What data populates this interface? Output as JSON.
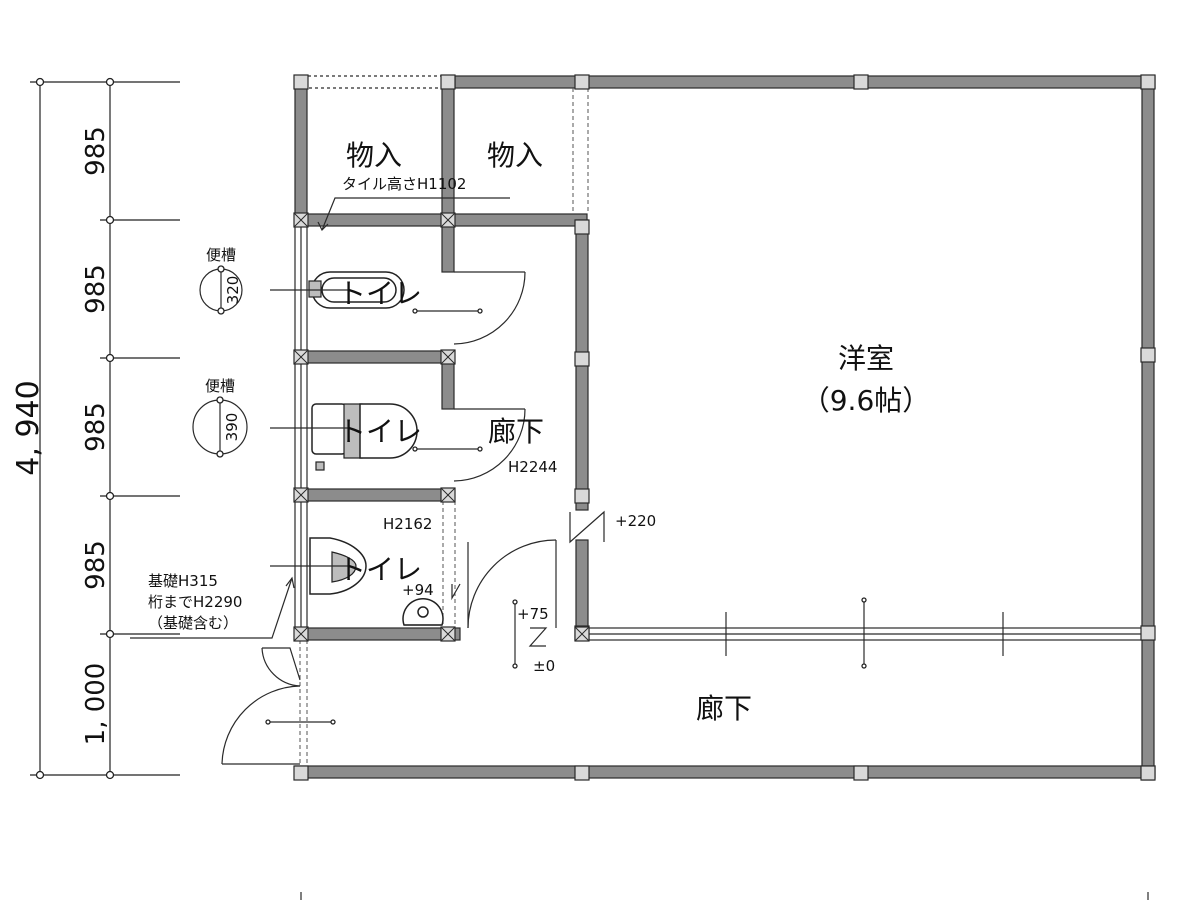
{
  "rooms": {
    "storage_left": "物入",
    "storage_right": "物入",
    "toilet_1": "トイレ",
    "toilet_2": "トイレ",
    "toilet_3": "トイレ",
    "hall_upper": "廊下",
    "hall_lower": "廊下",
    "western_room": "洋室",
    "western_room_size": "（9.6帖）"
  },
  "notes": {
    "tile_height": "タイル高さH1102",
    "septic_1_label": "便槽",
    "septic_1_value": "320",
    "septic_2_label": "便槽",
    "septic_2_value": "390",
    "ceiling_hall": "H2244",
    "ceiling_toilet": "H2162",
    "level_plus220": "+220",
    "level_plus94": "+94",
    "level_plus75": "+75",
    "level_zero": "±0",
    "foundation_line1": "基礎H315",
    "foundation_line2": "桁までH2290",
    "foundation_line3": "（基礎含む）"
  },
  "dimensions": {
    "total": "4, 940",
    "segments": [
      "985",
      "985",
      "985",
      "985",
      "1, 000"
    ]
  }
}
